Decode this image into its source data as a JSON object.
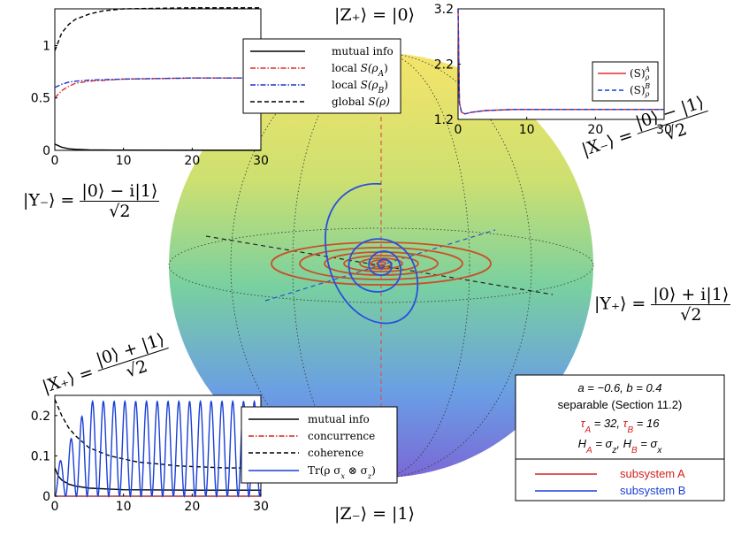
{
  "bloch_labels": {
    "z_plus": "|Z₊⟩ = |0⟩",
    "z_minus": "|Z₋⟩ = |1⟩",
    "x_minus_lhs": "|X₋⟩ =",
    "x_minus_num": "|0⟩ − |1⟩",
    "x_minus_den": "√2",
    "y_minus_lhs": "|Y₋⟩ =",
    "y_minus_num": "|0⟩ − i|1⟩",
    "y_minus_den": "√2",
    "y_plus_lhs": "|Y₊⟩ =",
    "y_plus_num": "|0⟩ + i|1⟩",
    "y_plus_den": "√2",
    "x_plus_lhs": "|X₊⟩ =",
    "x_plus_num": "|0⟩ + |1⟩",
    "x_plus_den": "√2"
  },
  "info_box": {
    "params": "a = −0.6, b = 0.4",
    "case": "separable (Section 11.2)",
    "tau_a_sym": "τ",
    "tau_a_sub": "A",
    "tau_a_val": " = 32, ",
    "tau_b_sym": "τ",
    "tau_b_sub": "B",
    "tau_b_val": " = 16",
    "h_a_sym": "H",
    "h_a_sub": "A",
    "h_a_eq": " = σ",
    "h_a_op_sub": "z",
    "h_sep": ", ",
    "h_b_sym": "H",
    "h_b_sub": "B",
    "h_b_eq": " = σ",
    "h_b_op_sub": "x",
    "legend_a": "subsystem A",
    "legend_b": "subsystem B"
  },
  "colors": {
    "subsystem_a": "#d62020",
    "subsystem_b": "#1a3fd6",
    "black": "#000000"
  },
  "chart_data": [
    {
      "type": "line",
      "title": "",
      "xlim": [
        0,
        30
      ],
      "ylim": [
        0,
        1.35
      ],
      "xticks": [
        "0",
        "10",
        "20",
        "30"
      ],
      "yticks": [
        "0",
        "0.5",
        "1"
      ],
      "yticks_values": [
        0,
        0.5,
        1
      ],
      "series": [
        {
          "name": "mutual info",
          "style": "solid",
          "color": "#000000",
          "x": [
            0,
            1,
            2,
            3,
            5,
            10,
            20,
            30
          ],
          "values": [
            0.06,
            0.03,
            0.015,
            0.01,
            0.005,
            0.002,
            0.001,
            0.001
          ]
        },
        {
          "name": "local S(ρ_A)",
          "style": "dashdot",
          "color": "#e03030",
          "x": [
            0,
            1,
            2,
            3,
            5,
            10,
            20,
            30
          ],
          "values": [
            0.5,
            0.57,
            0.61,
            0.64,
            0.66,
            0.68,
            0.69,
            0.69
          ]
        },
        {
          "name": "local S(ρ_B)",
          "style": "dashdot",
          "color": "#2030c8",
          "x": [
            0,
            1,
            2,
            3,
            5,
            10,
            20,
            30
          ],
          "values": [
            0.6,
            0.63,
            0.65,
            0.66,
            0.67,
            0.68,
            0.69,
            0.69
          ]
        },
        {
          "name": "global S(ρ)",
          "style": "dashed",
          "color": "#000000",
          "x": [
            0,
            1,
            2,
            3,
            5,
            7,
            10,
            20,
            30
          ],
          "values": [
            0.95,
            1.12,
            1.2,
            1.25,
            1.3,
            1.33,
            1.35,
            1.36,
            1.36
          ]
        }
      ],
      "legend_labels": {
        "l1": "mutual info",
        "l2_a": "local ",
        "l2_b": "S(ρ",
        "l2_sub": "A",
        "l2_c": ")",
        "l3_a": "local ",
        "l3_b": "S(ρ",
        "l3_sub": "B",
        "l3_c": ")",
        "l4_a": "global ",
        "l4_b": "S(ρ)"
      }
    },
    {
      "type": "line",
      "title": "",
      "xlim": [
        0,
        30
      ],
      "ylim": [
        1.2,
        3.2
      ],
      "xticks": [
        "0",
        "10",
        "20",
        "30"
      ],
      "yticks": [
        "1.2",
        "2.2",
        "3.2"
      ],
      "yticks_values": [
        1.2,
        2.2,
        3.2
      ],
      "series": [
        {
          "name": "(S)^A_ρ",
          "style": "solid",
          "color": "#e03030",
          "x": [
            0,
            0.2,
            0.5,
            1,
            2,
            4,
            8,
            30
          ],
          "values": [
            3.2,
            1.5,
            1.33,
            1.3,
            1.33,
            1.36,
            1.38,
            1.38
          ]
        },
        {
          "name": "(S)^B_ρ",
          "style": "dashed",
          "color": "#1a3fd6",
          "x": [
            0,
            0.2,
            0.5,
            1,
            2,
            4,
            8,
            30
          ],
          "values": [
            3.2,
            1.5,
            1.33,
            1.3,
            1.33,
            1.36,
            1.38,
            1.38
          ]
        }
      ],
      "legend_labels": {
        "l1_base": "(S)",
        "l1_sub": "ρ",
        "l1_sup": "A",
        "l2_base": "(S)",
        "l2_sub": "ρ",
        "l2_sup": "B"
      }
    },
    {
      "type": "line",
      "title": "",
      "xlim": [
        0,
        30
      ],
      "ylim": [
        0,
        0.25
      ],
      "xticks": [
        "0",
        "10",
        "20",
        "30"
      ],
      "yticks": [
        "0",
        "0.1",
        "0.2"
      ],
      "yticks_values": [
        0,
        0.1,
        0.2
      ],
      "series": [
        {
          "name": "mutual info",
          "style": "solid",
          "color": "#000000",
          "x": [
            0,
            0.5,
            1,
            2,
            3,
            5,
            10,
            20,
            30
          ],
          "values": [
            0.07,
            0.05,
            0.04,
            0.03,
            0.025,
            0.02,
            0.016,
            0.015,
            0.015
          ]
        },
        {
          "name": "concurrence",
          "style": "dashdot",
          "color": "#d62020",
          "x": [
            0,
            30
          ],
          "values": [
            0.0,
            0.0
          ]
        },
        {
          "name": "coherence",
          "style": "dashed",
          "color": "#000000",
          "x": [
            0,
            1,
            2,
            3,
            5,
            8,
            12,
            18,
            25,
            30
          ],
          "values": [
            0.24,
            0.2,
            0.17,
            0.15,
            0.12,
            0.1,
            0.085,
            0.075,
            0.07,
            0.07
          ]
        },
        {
          "name": "Tr(ρ σx ⊗ σz)",
          "style": "solid",
          "color": "#1a3fd6",
          "oscillation": {
            "period": 1.57,
            "amplitude_start": 0.06,
            "amplitude_end": 0.235,
            "rise_time": 5
          }
        }
      ],
      "legend_labels": {
        "l1": "mutual info",
        "l2": "concurrence",
        "l3": "coherence",
        "l4": "Tr(ρ σ",
        "l4_sub1": "x",
        "l4_mid": " ⊗ σ",
        "l4_sub2": "z",
        "l4_end": ")"
      }
    }
  ]
}
